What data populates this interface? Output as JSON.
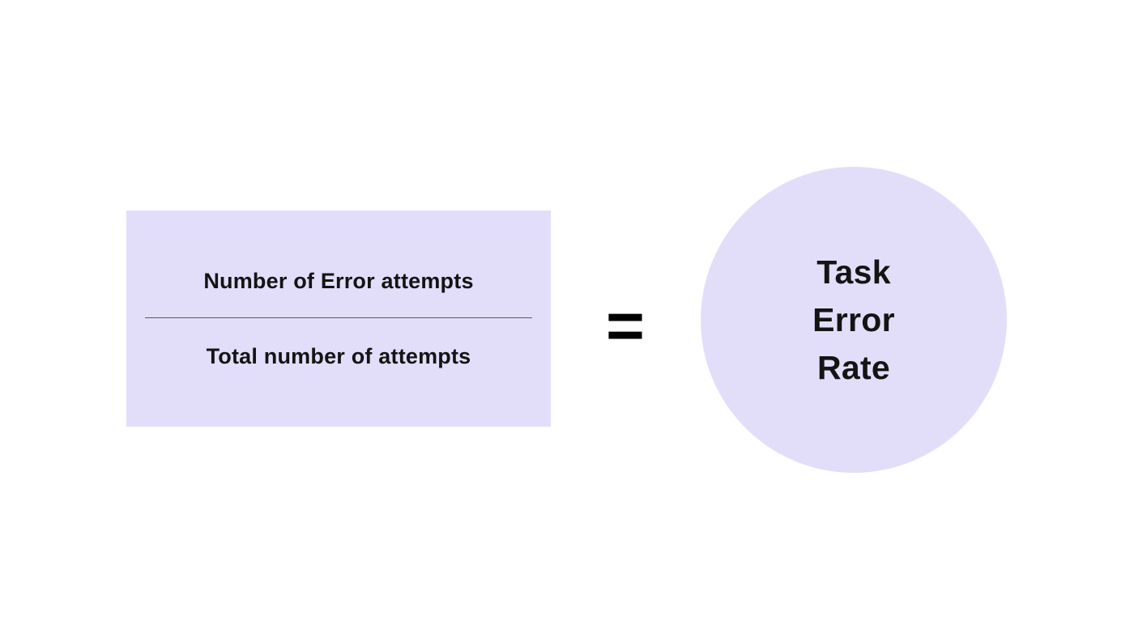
{
  "equation": {
    "fraction": {
      "numerator": "Number of Error attempts",
      "denominator": "Total number of attempts"
    },
    "equals_symbol": "=",
    "result": {
      "lines": [
        "Task",
        "Error",
        "Rate"
      ]
    }
  },
  "colors": {
    "background": "#ffffff",
    "shape_fill": "#e2defa",
    "text": "#141414",
    "divider": "#5c5c5c",
    "equals": "#000000"
  }
}
